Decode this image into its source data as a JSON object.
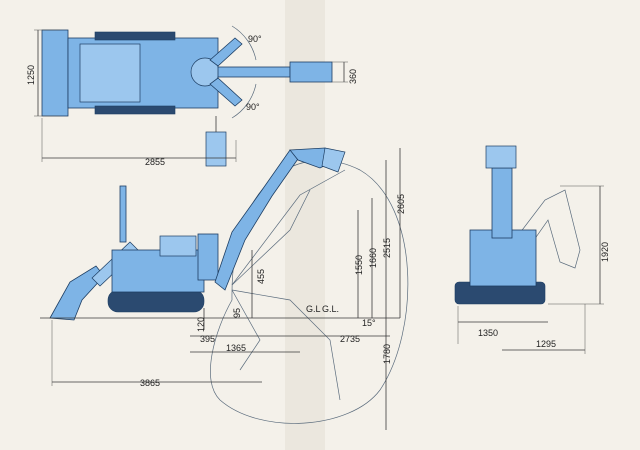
{
  "colors": {
    "paper": "#f4f1ea",
    "machine_fill": "#7eb4e6",
    "machine_outline": "#1d3e63",
    "dimension_line": "#3a3a3a"
  },
  "top_view": {
    "width_dim": "1250",
    "length_dim": "2855",
    "bucket_dim": "360",
    "swing_angle_top": "90°",
    "swing_angle_bottom": "90°"
  },
  "side_view": {
    "dig_depth_1": "1550",
    "dig_depth_2": "1660",
    "reach_height": "2515",
    "max_height": "2605",
    "max_depth": "1780",
    "boom_pivot_height": "455",
    "offset_95": "95",
    "ground_clearance": "120",
    "pivot_offset": "395",
    "bucket_reach": "1365",
    "reach_at_ground": "2735",
    "overall_length": "3865",
    "ground_line_1": "G.L",
    "ground_line_2": "G.L.",
    "angle_label": "15°"
  },
  "rear_view": {
    "height_dim": "1920",
    "track_width": "1350",
    "swing_offset": "1295"
  }
}
